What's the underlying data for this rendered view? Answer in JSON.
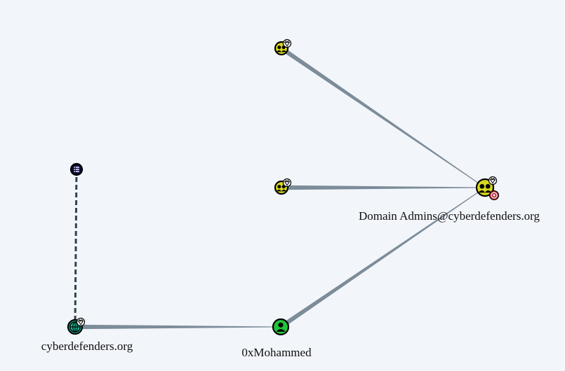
{
  "graph": {
    "nodes": [
      {
        "id": "group-top",
        "type": "group",
        "label": "",
        "color": "#d8d81c",
        "badge": "crown"
      },
      {
        "id": "group-mid",
        "type": "group",
        "label": "",
        "color": "#d8d81c",
        "badge": "crown"
      },
      {
        "id": "domain-admins",
        "type": "group",
        "label": "Domain Admins@cyberdefenders.org",
        "color": "#d8d81c",
        "badge": "crown",
        "target": true
      },
      {
        "id": "ou",
        "type": "ou",
        "label": "",
        "color": "#3b3ad1"
      },
      {
        "id": "domain",
        "type": "domain",
        "label": "cyberdefenders.org",
        "color": "#1fbf9a",
        "badge": "crown"
      },
      {
        "id": "user",
        "type": "user",
        "label": "0xMohammed",
        "color": "#22c53a"
      }
    ],
    "edges": [
      {
        "from": "group-top",
        "to": "domain-admins",
        "style": "solid"
      },
      {
        "from": "group-mid",
        "to": "domain-admins",
        "style": "solid"
      },
      {
        "from": "user",
        "to": "domain-admins",
        "style": "solid"
      },
      {
        "from": "domain",
        "to": "user",
        "style": "solid"
      },
      {
        "from": "ou",
        "to": "domain",
        "style": "dashed"
      }
    ],
    "colors": {
      "background": "#f2f5fa",
      "edge": "#7c8c99",
      "dashed_edge": "#2f4450",
      "node_outline": "#000000",
      "target_badge": "#b0202a"
    }
  }
}
